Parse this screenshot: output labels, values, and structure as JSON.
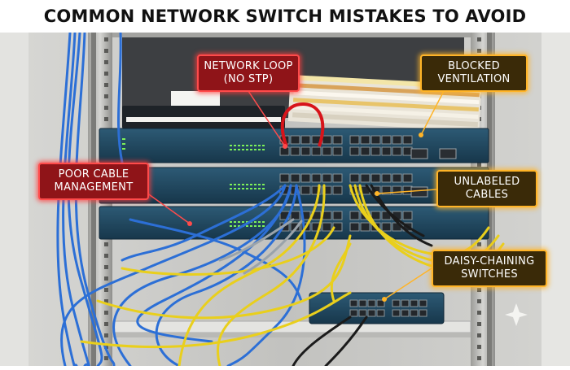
{
  "title": "COMMON NETWORK SWITCH MISTAKES TO AVOID",
  "callouts": {
    "network_loop": {
      "line1": "NETWORK LOOP",
      "line2": "(NO STP)"
    },
    "blocked_ventilation": {
      "line1": "BLOCKED",
      "line2": "VENTILATION"
    },
    "poor_cable_management": {
      "line1": "POOR CABLE",
      "line2": "MANAGEMENT"
    },
    "unlabeled_cables": {
      "line1": "UNLABELED",
      "line2": "CABLES"
    },
    "daisy_chaining": {
      "line1": "DAISY-CHAINING",
      "line2": "SWITCHES"
    }
  },
  "colors": {
    "red_callout": "#8f1418",
    "amber_callout": "#3a2a08",
    "red_glow": "#ff4b4b",
    "amber_glow": "#ffb427",
    "cable_blue": "#2c6fd6",
    "cable_yellow": "#e9cf1c",
    "switch_body": "#1e3f55"
  }
}
